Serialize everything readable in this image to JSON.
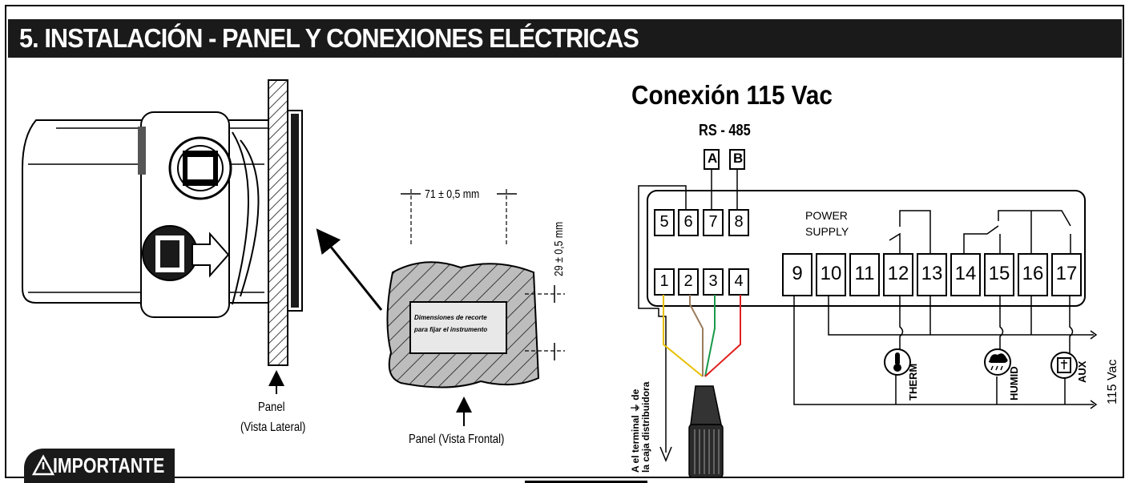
{
  "header": {
    "title": "5. INSTALACIÓN - PANEL Y CONEXIONES ELÉCTRICAS"
  },
  "side_view": {
    "caption_line1": "Panel",
    "caption_line2": "(Vista Lateral)"
  },
  "front_view": {
    "width_dim": "71 ± 0,5 mm",
    "height_dim": "29 ± 0,5  mm",
    "cutout_line1": "Dimensiones de recorte",
    "cutout_line2": "para fijar el instrumento",
    "caption": "Panel (Vista Frontal)"
  },
  "connection": {
    "title": "Conexión 115 Vac",
    "rs485_label": "RS - 485",
    "rs485_a": "A",
    "rs485_b": "B",
    "top_terminals": [
      "5",
      "6",
      "7",
      "8"
    ],
    "bottom_left_terminals": [
      "1",
      "2",
      "3",
      "4"
    ],
    "right_terminals": [
      "9",
      "10",
      "11",
      "12",
      "13",
      "14",
      "15",
      "16",
      "17"
    ],
    "power_supply_line1": "POWER",
    "power_supply_line2": "SUPPLY",
    "loads": [
      "THERM",
      "HUMID",
      "AUX"
    ],
    "supply_voltage": "115 Vac",
    "ground_note_line1": "A el terminal ⏚ de",
    "ground_note_line2": "la caja distribuidora",
    "wire_colors": [
      "#e8c000",
      "#9a7b5b",
      "#1a9a4a",
      "#e02020"
    ]
  },
  "important": {
    "label": "IMPORTANTE",
    "icon": "warning-triangle-icon"
  }
}
